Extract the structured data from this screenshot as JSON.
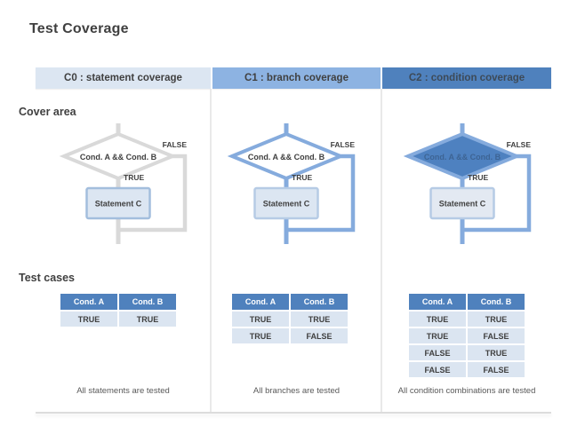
{
  "slide": {
    "title": "Test Coverage"
  },
  "sections": {
    "cover_area": "Cover area",
    "test_cases": "Test cases"
  },
  "flowchart": {
    "condition_label": "Cond. A && Cond. B",
    "true_label": "TRUE",
    "false_label": "FALSE",
    "statement_label": "Statement C"
  },
  "table_theme": {
    "header_bg": "#4f81bd",
    "header_text": "#ffffff",
    "cell_bg": "#dbe5f1",
    "cell_text": "#404040"
  },
  "table_headers": [
    "Cond. A",
    "Cond. B"
  ],
  "columns": [
    {
      "header": "C0 : statement coverage",
      "caption": "All statements are tested",
      "rows": [
        [
          "TRUE",
          "TRUE"
        ]
      ],
      "colors": {
        "header_bg": "#dce6f2",
        "header_text": "#404040",
        "flow_line": "#d9d9d9",
        "diamond_fill": "#ffffff",
        "diamond_stroke": "#d9d9d9",
        "diamond_text": "#404040",
        "statement_fill": "#dce6f2",
        "statement_stroke": "#a3bedd"
      }
    },
    {
      "header": "C1 : branch coverage",
      "caption": "All branches are tested",
      "rows": [
        [
          "TRUE",
          "TRUE"
        ],
        [
          "TRUE",
          "FALSE"
        ]
      ],
      "colors": {
        "header_bg": "#8db3e2",
        "header_text": "#404040",
        "flow_line": "#85abdd",
        "diamond_fill": "#ffffff",
        "diamond_stroke": "#85abdd",
        "diamond_text": "#404040",
        "statement_fill": "#dce6f2",
        "statement_stroke": "#b6cbe5"
      }
    },
    {
      "header": "C2 : condition coverage",
      "caption": "All condition combinations are tested",
      "rows": [
        [
          "TRUE",
          "TRUE"
        ],
        [
          "TRUE",
          "FALSE"
        ],
        [
          "FALSE",
          "TRUE"
        ],
        [
          "FALSE",
          "FALSE"
        ]
      ],
      "colors": {
        "header_bg": "#4f81bd",
        "header_text": "#3d4a58",
        "flow_line": "#85abdd",
        "diamond_fill": "#4e81c0",
        "diamond_stroke": "#85abdd",
        "diamond_text": "#3d6494",
        "statement_fill": "#e3e9f2",
        "statement_stroke": "#b6cbe5"
      }
    }
  ]
}
